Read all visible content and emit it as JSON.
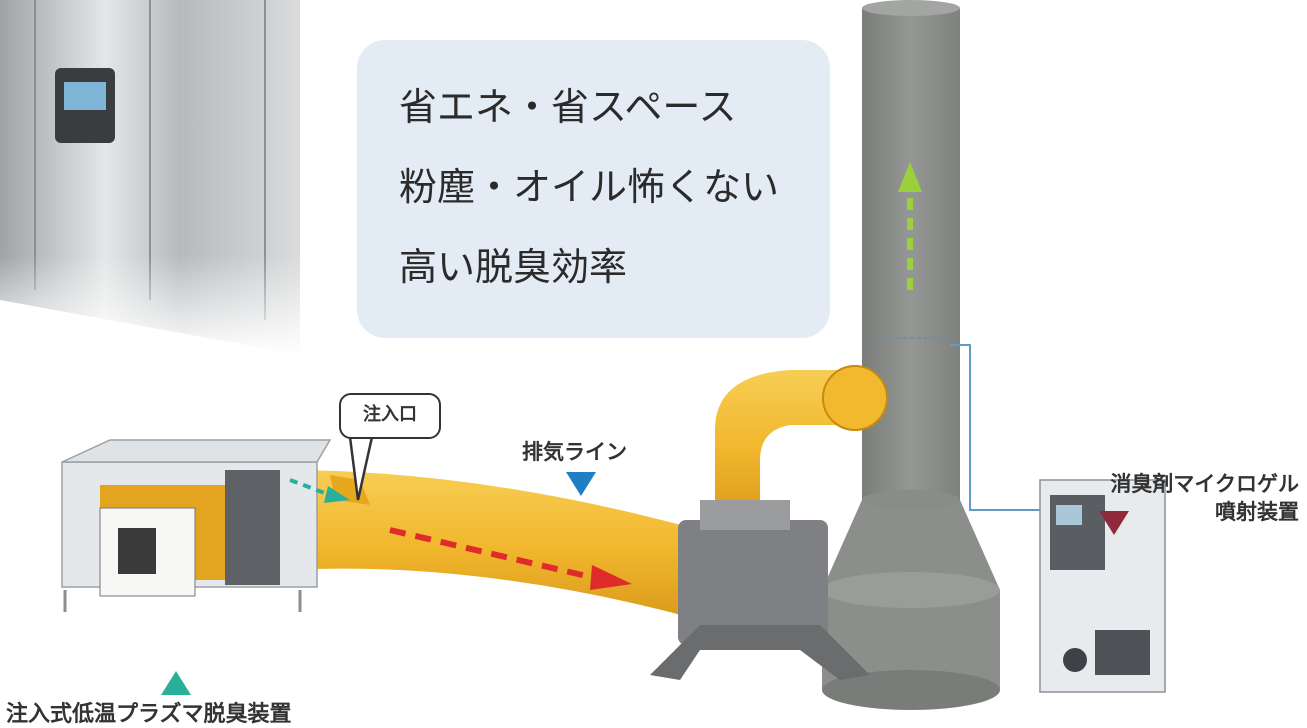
{
  "features": [
    "省エネ・省スペース",
    "粉塵・オイル怖くない",
    "高い脱臭効率"
  ],
  "labels": {
    "inlet": "注入口",
    "exhaust_line": "排気ライン",
    "gel_device_line1": "消臭剤マイクロゲル",
    "gel_device_line2": "噴射装置",
    "plasma_device": "注入式低温プラズマ脱臭装置"
  },
  "colors": {
    "duct": "#f2b82e",
    "stack": "#8c8e8c",
    "feature_box": "#e3ecf5",
    "exhaust_marker": "#1f7ec4",
    "gel_marker": "#8f2a3a",
    "plasma_marker": "#2ab09a",
    "flow_arrow_red": "#e02b2b",
    "flow_arrow_green": "#9ccf3c"
  }
}
